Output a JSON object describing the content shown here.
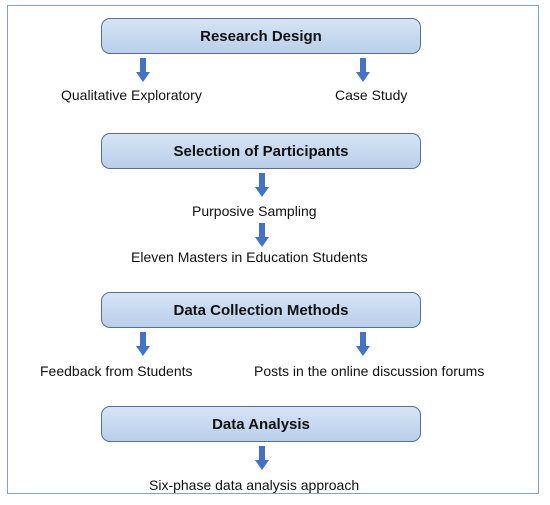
{
  "colors": {
    "box_fill_top": "#d6e4f5",
    "box_fill_bottom": "#b9cfe9",
    "box_border": "#5a6f8f",
    "arrow": "#4472c4",
    "frame_border": "#8aa0c8"
  },
  "stages": [
    {
      "title": "Research Design",
      "items": [
        "Qualitative Exploratory",
        "Case Study"
      ]
    },
    {
      "title": "Selection of Participants",
      "items": [
        "Purposive Sampling",
        "Eleven Masters in Education Students"
      ]
    },
    {
      "title": "Data Collection Methods",
      "items": [
        "Feedback from Students",
        "Posts in the online discussion forums"
      ]
    },
    {
      "title": "Data Analysis",
      "items": [
        "Six-phase data analysis approach"
      ]
    }
  ]
}
